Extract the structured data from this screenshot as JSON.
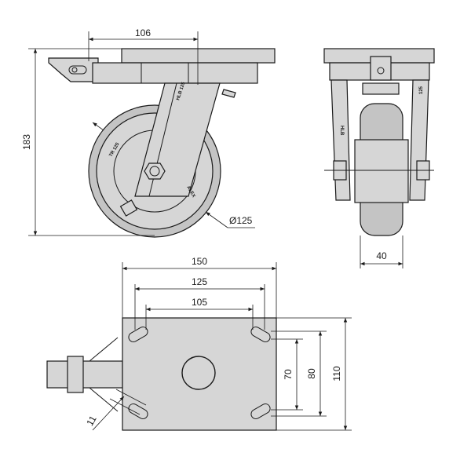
{
  "dimensions": {
    "side_view_plate_width": "106",
    "total_height": "183",
    "wheel_diameter": "Ø125",
    "wheel_width": "40",
    "plate_length": "150",
    "bolt_spacing_outer": "125",
    "bolt_spacing_inner": "105",
    "bolt_spacing_v_small": "70",
    "bolt_spacing_v_large": "80",
    "plate_width": "110",
    "slot_width": "11"
  },
  "markings": {
    "fork_label": "HLB 125",
    "wheel_label": "TR 125",
    "hub_label": "ALEX"
  },
  "colors": {
    "line": "#1a1a1a",
    "plate_fill": "#d6d6d6",
    "wheel_fill": "#c4c4c4",
    "background": "#ffffff"
  }
}
